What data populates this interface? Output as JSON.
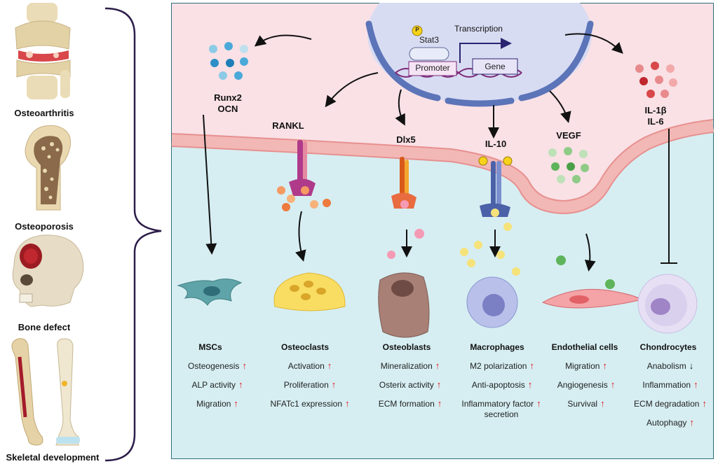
{
  "diseases": [
    {
      "label": "Osteoarthritis"
    },
    {
      "label": "Osteoporosis"
    },
    {
      "label": "Bone defect"
    },
    {
      "label": "Skeletal development"
    }
  ],
  "nucleus": {
    "stat3_label": "Stat3",
    "p_label": "P",
    "transcription_label": "Transcription",
    "promoter_label": "Promoter",
    "gene_label": "Gene"
  },
  "factors": {
    "runx2": "Runx2",
    "ocn": "OCN",
    "rankl": "RANKL",
    "dlx5": "Dlx5",
    "il10": "IL-10",
    "vegf": "VEGF",
    "il1b": "IL-1β",
    "il6": "IL-6"
  },
  "cells": [
    {
      "title": "MSCs",
      "effects": [
        {
          "text": "Osteogenesis",
          "dir": "↑"
        },
        {
          "text": "ALP activity",
          "dir": "↑"
        },
        {
          "text": "Migration",
          "dir": "↑"
        }
      ]
    },
    {
      "title": "Osteoclasts",
      "effects": [
        {
          "text": "Activation",
          "dir": "↑"
        },
        {
          "text": "Proliferation",
          "dir": "↑"
        },
        {
          "text": "NFATc1 expression",
          "dir": "↑"
        }
      ]
    },
    {
      "title": "Osteoblasts",
      "effects": [
        {
          "text": "Mineralization",
          "dir": "↑"
        },
        {
          "text": "Osterix activity",
          "dir": "↑"
        },
        {
          "text": "ECM formation",
          "dir": "↑"
        }
      ]
    },
    {
      "title": "Macrophages",
      "effects": [
        {
          "text": "M2 polarization",
          "dir": "↑"
        },
        {
          "text": "Anti-apoptosis",
          "dir": "↑"
        },
        {
          "text": "Inflammatory factor",
          "dir": ""
        },
        {
          "text": "secretion",
          "dir": ""
        }
      ]
    },
    {
      "title": "Endothelial cells",
      "effects": [
        {
          "text": "Migration",
          "dir": "↑"
        },
        {
          "text": "Angiogenesis",
          "dir": "↑"
        },
        {
          "text": "Survival",
          "dir": "↑"
        }
      ]
    },
    {
      "title": "Chondrocytes",
      "effects": [
        {
          "text": "Anabolism",
          "dir": "↓"
        },
        {
          "text": "Inflammation",
          "dir": "↑"
        },
        {
          "text": "ECM degradation",
          "dir": "↑"
        },
        {
          "text": "Autophagy",
          "dir": "↑"
        }
      ]
    }
  ],
  "colors": {
    "intracellular": "#f9e1e6",
    "extracellular": "#d6eef2",
    "membrane": "#f2b8b6",
    "nucleus": "#d8dcf2",
    "up_arrow": "#e0161b"
  }
}
